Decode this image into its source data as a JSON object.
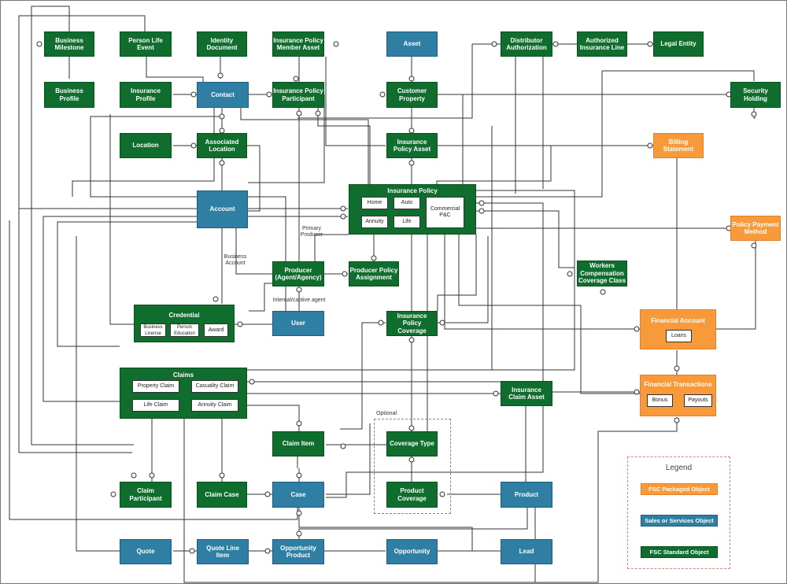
{
  "nodes": {
    "business_milestone": "Business\nMilestone",
    "person_life_event": "Person Life\nEvent",
    "identity_document": "Identity\nDocument",
    "ins_policy_member_asset": "Insurance Policy\nMember Asset",
    "asset": "Asset",
    "distributor_authorization": "Distributor\nAuthorization",
    "authorized_insurance_line": "Authorized\nInsurance Line",
    "legal_entity": "Legal Entity",
    "business_profile": "Business\nProfile",
    "insurance_profile": "Insurance\nProfile",
    "contact": "Contact",
    "ins_policy_participant": "Insurance Policy\nParticipant",
    "customer_property": "Customer\nProperty",
    "security_holding": "Security\nHolding",
    "location": "Location",
    "associated_location": "Associated\nLocation",
    "insurance_policy_asset": "Insurance\nPolicy Asset",
    "billing_statement": "Billing\nStatement",
    "account": "Account",
    "policy_payment_method": "Policy Payment\nMethod",
    "producer": "Producer\n(Agent/Agency)",
    "producer_policy_assignment": "Producer Policy\nAssignment",
    "workers_comp": "Workers\nCompensation\nCoverage Class",
    "user": "User",
    "ins_policy_coverage": "Insurance Policy\nCoverage",
    "insurance_claim_asset": "Insurance\nClaim Asset",
    "claim_item": "Claim Item",
    "coverage_type": "Coverage Type",
    "product_coverage": "Product\nCoverage",
    "product": "Product",
    "claim_participant": "Claim\nParticipant",
    "claim_case": "Claim Case",
    "case": "Case",
    "quote": "Quote",
    "quote_line_item": "Quote Line\nItem",
    "opportunity_product": "Opportunity\nProduct",
    "opportunity": "Opportunity",
    "lead": "Lead"
  },
  "insurance_policy": {
    "title": "Insurance Policy",
    "home": "Home",
    "auto": "Auto",
    "annuity": "Annuity",
    "life": "Life",
    "commercial": "Commercial\nP&C"
  },
  "credential": {
    "title": "Credential",
    "business_license": "Business\nLicense",
    "person_education": "Person\nEducation",
    "award": "Award"
  },
  "claims": {
    "title": "Claims",
    "property_claim": "Property Claim",
    "casualty_claim": "Casuality Claim",
    "life_claim": "Life Claim",
    "annuity_claim": "Annuity Claim"
  },
  "financial_account": {
    "title": "Financial Account",
    "loans": "Loans"
  },
  "financial_transactions": {
    "title": "Financial Transactions",
    "bonus": "Bonus",
    "payouts": "Payouts"
  },
  "labels": {
    "primary_producer": "Primary\nProducer",
    "business_account": "Business\nAccount",
    "internal_captive": "Internal/captive agent",
    "optional": "Optional"
  },
  "legend": {
    "title": "Legend",
    "items": [
      {
        "label": "FSC Packaged Object",
        "color": "#f89a3a"
      },
      {
        "label": "Sales or Services Object",
        "color": "#2e7fa3"
      },
      {
        "label": "FSC Standard Object",
        "color": "#0f6e2d"
      }
    ]
  },
  "colors": {
    "fsc_standard": "#0f6e2d",
    "sales_service": "#2e7fa3",
    "fsc_packaged": "#f89a3a",
    "line": "#333333"
  }
}
